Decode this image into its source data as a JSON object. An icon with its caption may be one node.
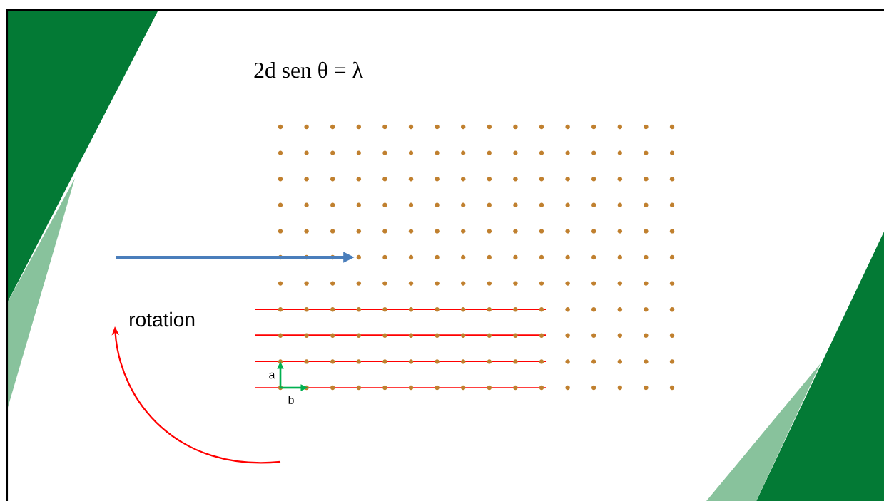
{
  "diagram": {
    "title": "2d sen θ = λ",
    "labels": [
      "rotation",
      "a",
      "b"
    ]
  }
}
